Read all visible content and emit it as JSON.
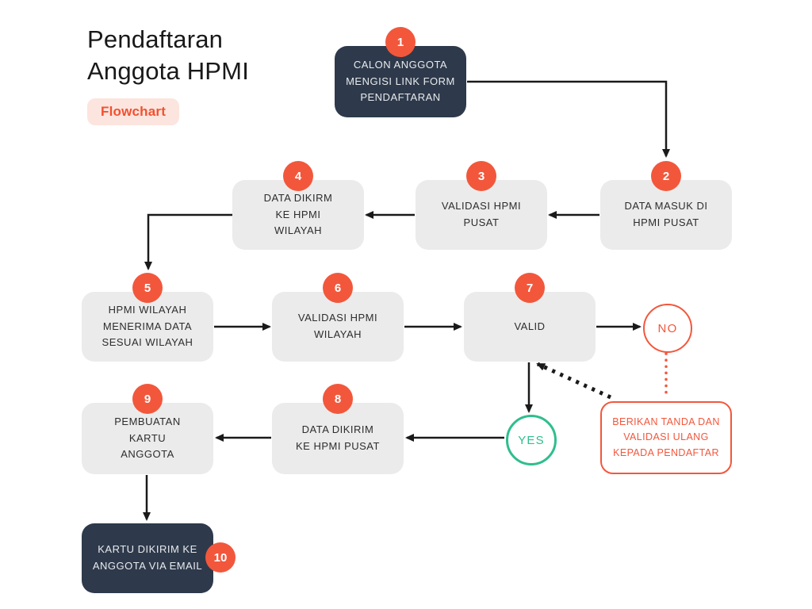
{
  "header": {
    "title": "Pendaftaran Anggota HPMI",
    "badge": "Flowchart"
  },
  "nodes": [
    {
      "number": "1",
      "label": "CALON ANGGOTA MENGISI LINK FORM PENDAFTARAN",
      "variant": "dark"
    },
    {
      "number": "2",
      "label": "DATA MASUK DI HPMI PUSAT",
      "variant": "light"
    },
    {
      "number": "3",
      "label": "VALIDASI HPMI PUSAT",
      "variant": "light"
    },
    {
      "number": "4",
      "label": "DATA DIKIRM KE HPMI WILAYAH",
      "variant": "light"
    },
    {
      "number": "5",
      "label": "HPMI WILAYAH MENERIMA DATA SESUAI WILAYAH",
      "variant": "light"
    },
    {
      "number": "6",
      "label": "VALIDASI HPMI WILAYAH",
      "variant": "light"
    },
    {
      "number": "7",
      "label": "VALID",
      "variant": "light"
    },
    {
      "number": "8",
      "label": "DATA DIKIRIM KE HPMI PUSAT",
      "variant": "light"
    },
    {
      "number": "9",
      "label": "PEMBUATAN KARTU ANGGOTA",
      "variant": "light"
    },
    {
      "number": "10",
      "label": "KARTU DIKIRIM KE ANGGOTA VIA EMAIL",
      "variant": "dark"
    }
  ],
  "decisions": {
    "no": "NO",
    "yes": "YES"
  },
  "callout": {
    "label": "BERIKAN TANDA DAN VALIDASI ULANG KEPADA PENDAFTAR"
  },
  "colors": {
    "accent_orange": "#F2573C",
    "badge_bg": "#FCE5DE",
    "dark_navy": "#2E3A4B",
    "light_gray": "#EBEBEB",
    "green": "#2FBE8E",
    "line_black": "#1A1A1A"
  }
}
